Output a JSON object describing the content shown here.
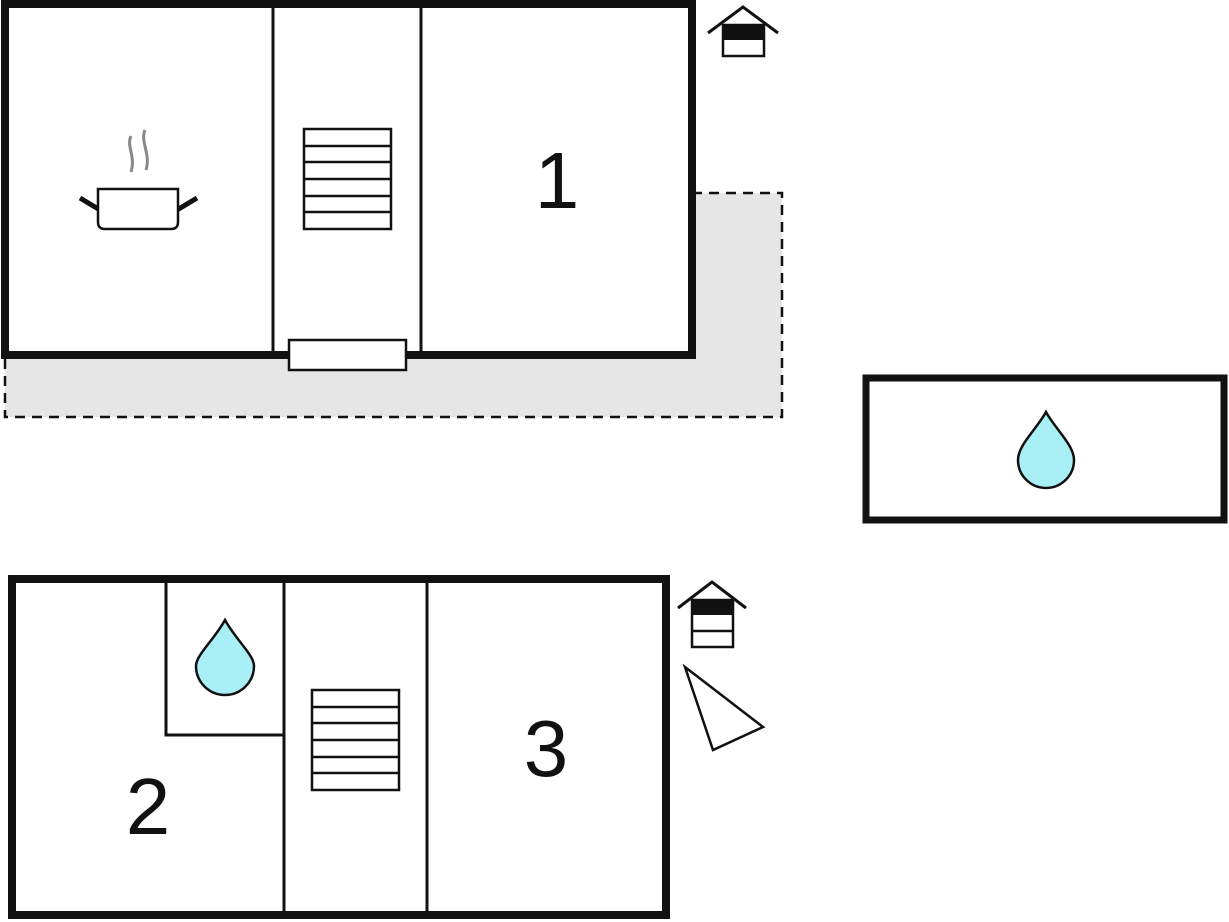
{
  "plan": {
    "ground_floor": {
      "room_label": "1",
      "floor_icon": "house-level-ground-icon",
      "kitchen_icon": "cooking-pot-icon",
      "stairs_icon": "stairs-icon",
      "door_icon": "entrance-door-icon",
      "terrace": "terrace-area"
    },
    "pool": {
      "icon": "water-drop-icon",
      "water_color": "#A8F0F5"
    },
    "upper_floor": {
      "room_labels": [
        "2",
        "3"
      ],
      "floor_icon": "house-level-upper-icon",
      "bathroom_icon": "water-drop-icon",
      "stairs_icon": "stairs-icon",
      "compass_icon": "north-arrow-icon"
    },
    "colors": {
      "wall": "#111111",
      "terrace_fill": "#E6E6E6",
      "water": "#A8F0F5"
    }
  }
}
